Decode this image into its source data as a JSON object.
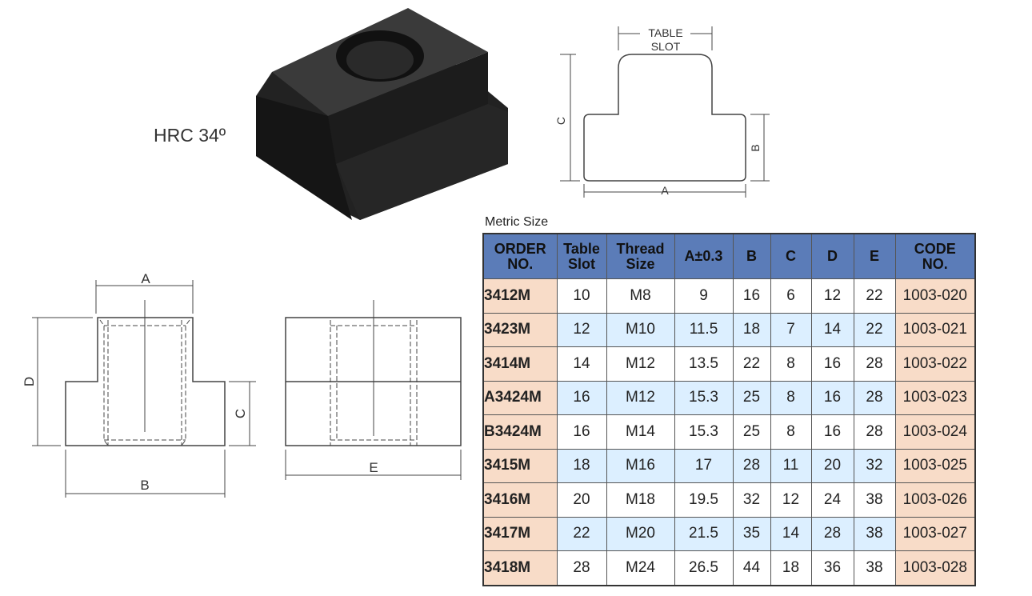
{
  "hardness": "HRC 34º",
  "diagrams": {
    "profile": {
      "table_slot_line1": "TABLE",
      "table_slot_line2": "SLOT",
      "c": "C",
      "b": "B",
      "a": "A"
    },
    "front": {
      "a": "A",
      "d": "D",
      "c": "C",
      "b": "B"
    },
    "side": {
      "e": "E"
    }
  },
  "table": {
    "caption": "Metric Size",
    "headers": [
      [
        "ORDER",
        "NO."
      ],
      [
        "Table",
        "Slot"
      ],
      [
        "Thread",
        "Size"
      ],
      [
        "A±0.3"
      ],
      [
        "B"
      ],
      [
        "C"
      ],
      [
        "D"
      ],
      [
        "E"
      ],
      [
        "CODE",
        "NO."
      ]
    ],
    "rows": [
      [
        "3412M",
        "10",
        "M8",
        "9",
        "16",
        "6",
        "12",
        "22",
        "1003-020"
      ],
      [
        "3423M",
        "12",
        "M10",
        "11.5",
        "18",
        "7",
        "14",
        "22",
        "1003-021"
      ],
      [
        "3414M",
        "14",
        "M12",
        "13.5",
        "22",
        "8",
        "16",
        "28",
        "1003-022"
      ],
      [
        "A3424M",
        "16",
        "M12",
        "15.3",
        "25",
        "8",
        "16",
        "28",
        "1003-023"
      ],
      [
        "B3424M",
        "16",
        "M14",
        "15.3",
        "25",
        "8",
        "16",
        "28",
        "1003-024"
      ],
      [
        "3415M",
        "18",
        "M16",
        "17",
        "28",
        "11",
        "20",
        "32",
        "1003-025"
      ],
      [
        "3416M",
        "20",
        "M18",
        "19.5",
        "32",
        "12",
        "24",
        "38",
        "1003-026"
      ],
      [
        "3417M",
        "22",
        "M20",
        "21.5",
        "35",
        "14",
        "28",
        "38",
        "1003-027"
      ],
      [
        "3418M",
        "28",
        "M24",
        "26.5",
        "44",
        "18",
        "36",
        "38",
        "1003-028"
      ]
    ]
  }
}
